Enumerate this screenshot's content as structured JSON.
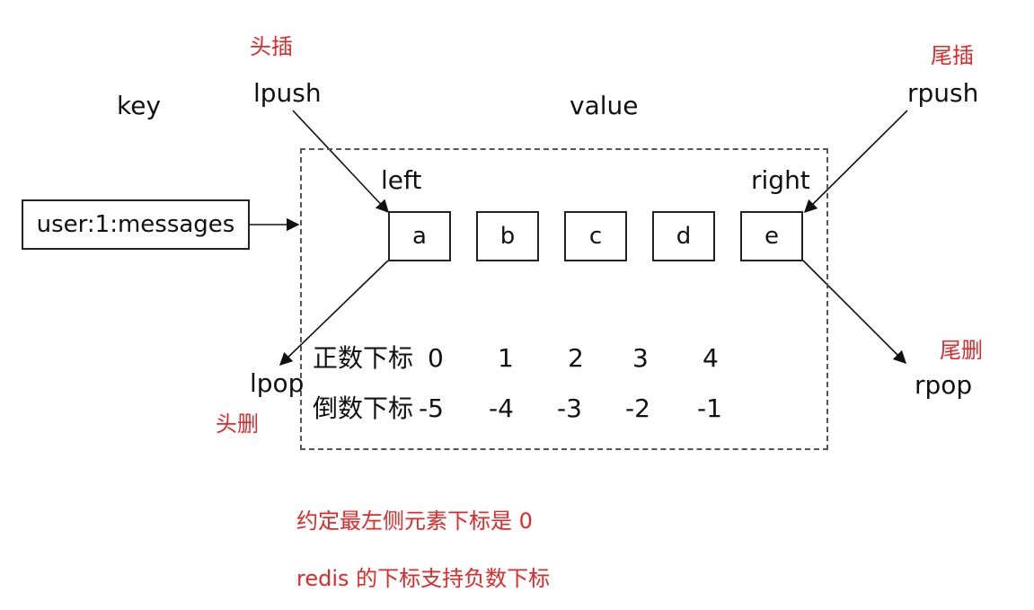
{
  "diagram": {
    "labels": {
      "head_insert": "头插",
      "tail_insert": "尾插",
      "lpush": "lpush",
      "rpush": "rpush",
      "key": "key",
      "value": "value",
      "left": "left",
      "right": "right",
      "lpop": "lpop",
      "rpop": "rpop",
      "head_delete": "头删",
      "tail_delete": "尾删"
    },
    "key_name": "user:1:messages",
    "elements": [
      "a",
      "b",
      "c",
      "d",
      "e"
    ],
    "positive_index": {
      "label": "正数下标",
      "values": [
        "0",
        "1",
        "2",
        "3",
        "4"
      ]
    },
    "negative_index": {
      "label": "倒数下标",
      "values": [
        "-5",
        "-4",
        "-3",
        "-2",
        "-1"
      ]
    },
    "notes": [
      "约定最左侧元素下标是 0",
      "redis 的下标支持负数下标"
    ],
    "colors": {
      "annotation": "#e02a2a",
      "line": "#111111"
    }
  }
}
